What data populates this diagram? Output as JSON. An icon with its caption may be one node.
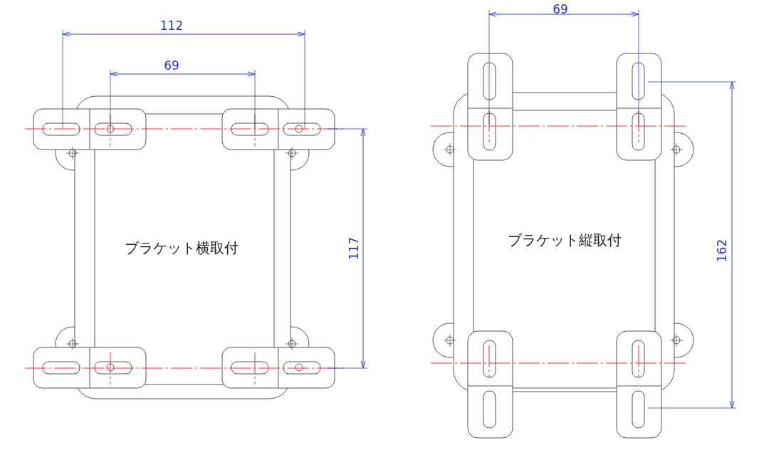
{
  "diagram": {
    "labels": [
      "112",
      "69",
      "117",
      "ブラケット横取付",
      "69",
      "162",
      "ブラケット縦取付"
    ]
  }
}
